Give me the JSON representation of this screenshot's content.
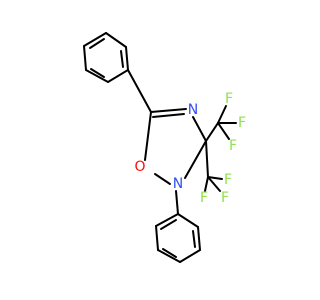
{
  "structure": {
    "atom_labels": {
      "o1": "O",
      "n2": "N",
      "n4": "N",
      "f": "F"
    },
    "colors": {
      "bond": "#000000",
      "oxygen": "#ff0d0d",
      "nitrogen": "#3050f8",
      "fluorine": "#90e050"
    }
  }
}
